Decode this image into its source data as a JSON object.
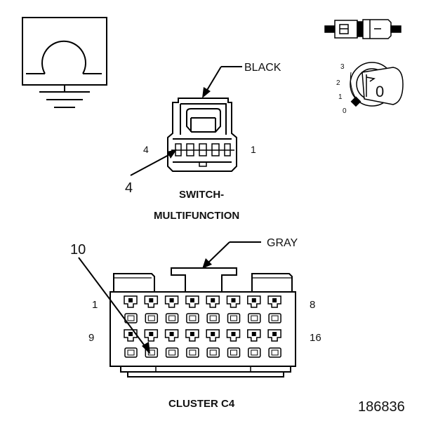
{
  "symbol": {
    "icon": "ohmmeter-ground-symbol"
  },
  "key_switch": {
    "icon": "ignition-key-icon",
    "connector_icon": "inline-connector-icon",
    "positions": [
      "3",
      "2",
      "1",
      "0"
    ],
    "key_label": "0"
  },
  "switch_connector": {
    "color_label": "BLACK",
    "pin_left": "4",
    "pin_right": "1",
    "callout_pin": "4",
    "name_line1": "SWITCH-",
    "name_line2": "MULTIFUNCTION"
  },
  "cluster_connector": {
    "color_label": "GRAY",
    "callout_pin": "10",
    "row1_left": "1",
    "row1_right": "8",
    "row2_left": "9",
    "row2_right": "16",
    "name": "CLUSTER C4"
  },
  "figure_number": "186836",
  "colors": {
    "line": "#000000",
    "background": "#ffffff"
  }
}
